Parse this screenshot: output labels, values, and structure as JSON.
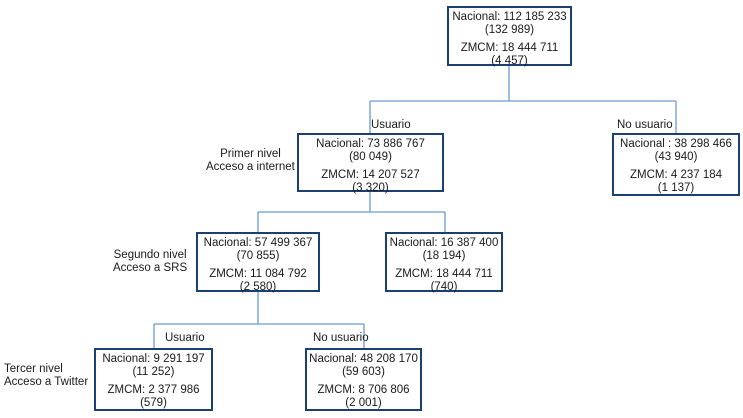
{
  "colors": {
    "box_border": "#1c3f73",
    "connector": "#6a9bd1"
  },
  "levels": [
    {
      "line1": "Primer nivel",
      "line2": "Acceso a internet"
    },
    {
      "line1": "Segundo nivel",
      "line2": "Acceso a SRS"
    },
    {
      "line1": "Tercer nivel",
      "line2": "Acceso a Twitter"
    }
  ],
  "branch_labels": {
    "level1_left": "Usuario",
    "level1_right": "No usuario",
    "level3_left": "Usuario",
    "level3_right": "No usuario"
  },
  "nodes": {
    "root": {
      "nacional": "Nacional: 112 185 233",
      "nacional_n": "(132 989)",
      "zmcm": "ZMCM: 18 444 711",
      "zmcm_n": "(4 457)"
    },
    "l1_user": {
      "nacional": "Nacional: 73 886 767",
      "nacional_n": "(80 049)",
      "zmcm": "ZMCM: 14 207 527",
      "zmcm_n": "(3 320)"
    },
    "l1_nouser": {
      "nacional": "Nacional : 38 298 466",
      "nacional_n": "(43 940)",
      "zmcm": "ZMCM: 4 237 184",
      "zmcm_n": "(1 137)"
    },
    "l2_user": {
      "nacional": "Nacional: 57 499 367",
      "nacional_n": "(70 855)",
      "zmcm": "ZMCM: 11 084 792",
      "zmcm_n": "(2 580)"
    },
    "l2_nouser": {
      "nacional": "Nacional: 16 387 400",
      "nacional_n": "(18 194)",
      "zmcm": "ZMCM: 18 444 711",
      "zmcm_n": "(740)"
    },
    "l3_user": {
      "nacional": "Nacional: 9 291 197",
      "nacional_n": "(11 252)",
      "zmcm": "ZMCM: 2 377 986",
      "zmcm_n": "(579)"
    },
    "l3_nouser": {
      "nacional": "Nacional: 48 208 170",
      "nacional_n": "(59 603)",
      "zmcm": "ZMCM: 8 706 806",
      "zmcm_n": "(2 001)"
    }
  }
}
